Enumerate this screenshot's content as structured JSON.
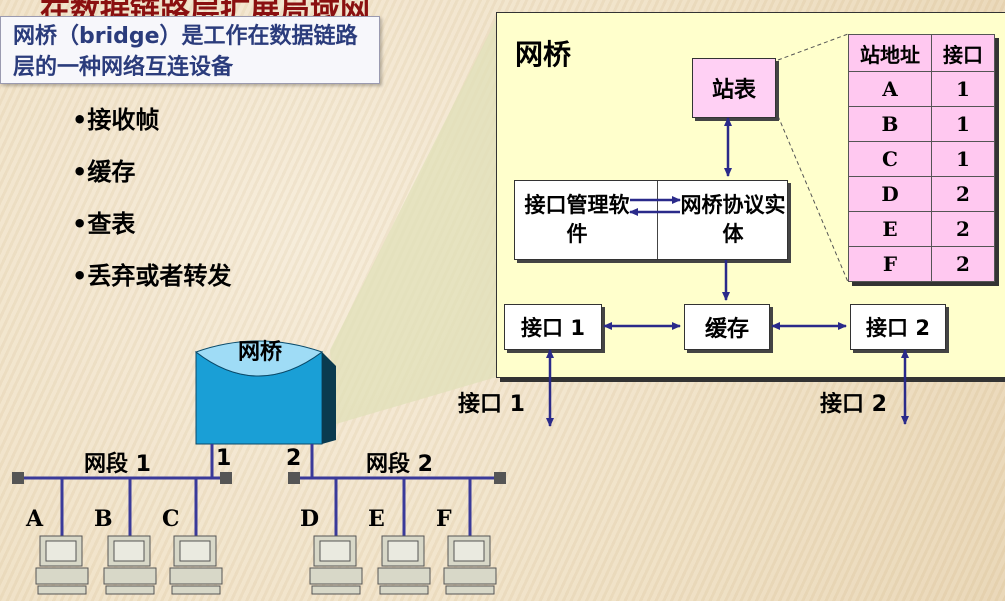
{
  "slide_title_fragment": "在数据链路层扩展局域网",
  "definition": "网桥（bridge）是工作在数据链路层的一种网络互连设备",
  "bullets": [
    "•接收帧",
    "•缓存",
    "•查表",
    "•丢弃或者转发"
  ],
  "panel": {
    "title": "网桥",
    "station_table_box": "站表",
    "if_mgmt": "接口管理软件",
    "protocol_entity": "网桥协议实体",
    "buffer": "缓存",
    "port1": "接口 1",
    "port2": "接口 2",
    "port1_external": "接口 1",
    "port2_external": "接口 2"
  },
  "station_table": {
    "headers": [
      "站地址",
      "接口"
    ],
    "rows": [
      [
        "A",
        "1"
      ],
      [
        "B",
        "1"
      ],
      [
        "C",
        "1"
      ],
      [
        "D",
        "2"
      ],
      [
        "E",
        "2"
      ],
      [
        "F",
        "2"
      ]
    ]
  },
  "network": {
    "bridge_label": "网桥",
    "segment1": "网段 1",
    "segment2": "网段 2",
    "port1_num": "1",
    "port2_num": "2",
    "hosts": [
      "A",
      "B",
      "C",
      "D",
      "E",
      "F"
    ]
  },
  "colors": {
    "panel_bg": "#ffffcc",
    "table_bg": "#ffc8f0",
    "box_pink": "#ffd0f4",
    "arrow": "#2a2a8a",
    "cable": "#3a3a9a",
    "bridge": "#1a9fd6"
  }
}
